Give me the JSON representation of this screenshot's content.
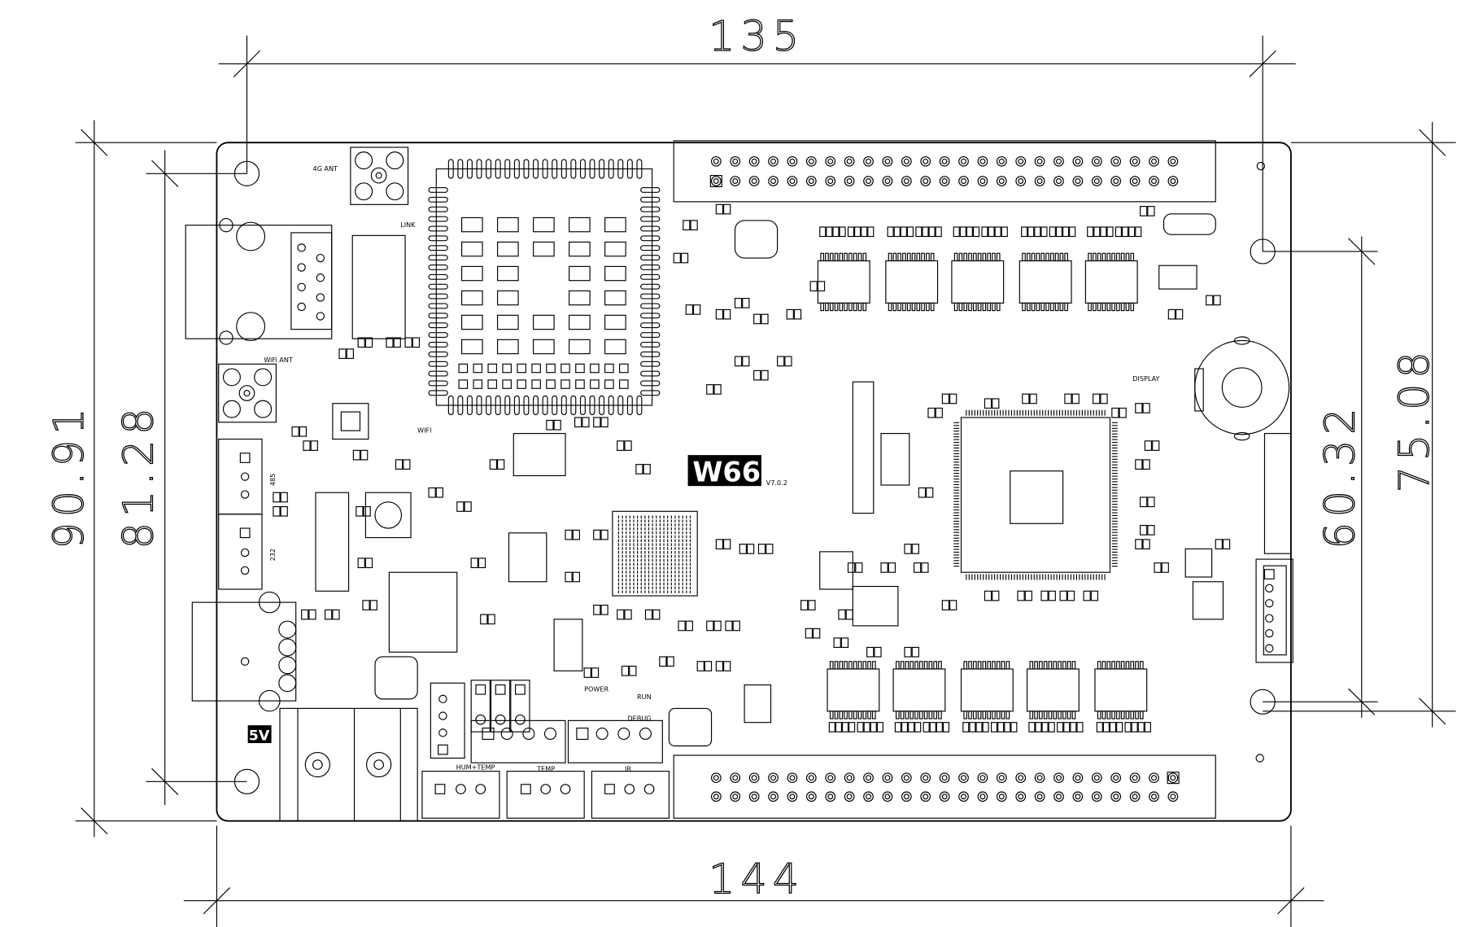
{
  "dimensions": {
    "top_width": "135",
    "bottom_width": "144",
    "left_outer_height": "90.91",
    "left_inner_height": "81.28",
    "right_inner_height": "60.32",
    "right_outer_height": "75.08"
  },
  "board": {
    "model": "W66",
    "version": "V7.0.2",
    "power_label": "5V"
  },
  "labels": {
    "ant_4g": "4G ANT",
    "ant_wifi": "WiFi ANT",
    "link": "LINK",
    "wifi": "WIFI",
    "rs485": "485",
    "rs232": "232",
    "hum_temp": "HUM+TEMP",
    "temp": "TEMP",
    "ir": "IR",
    "power": "POWER",
    "run": "RUN",
    "debug": "DEBUG",
    "display": "DISPLAY"
  }
}
